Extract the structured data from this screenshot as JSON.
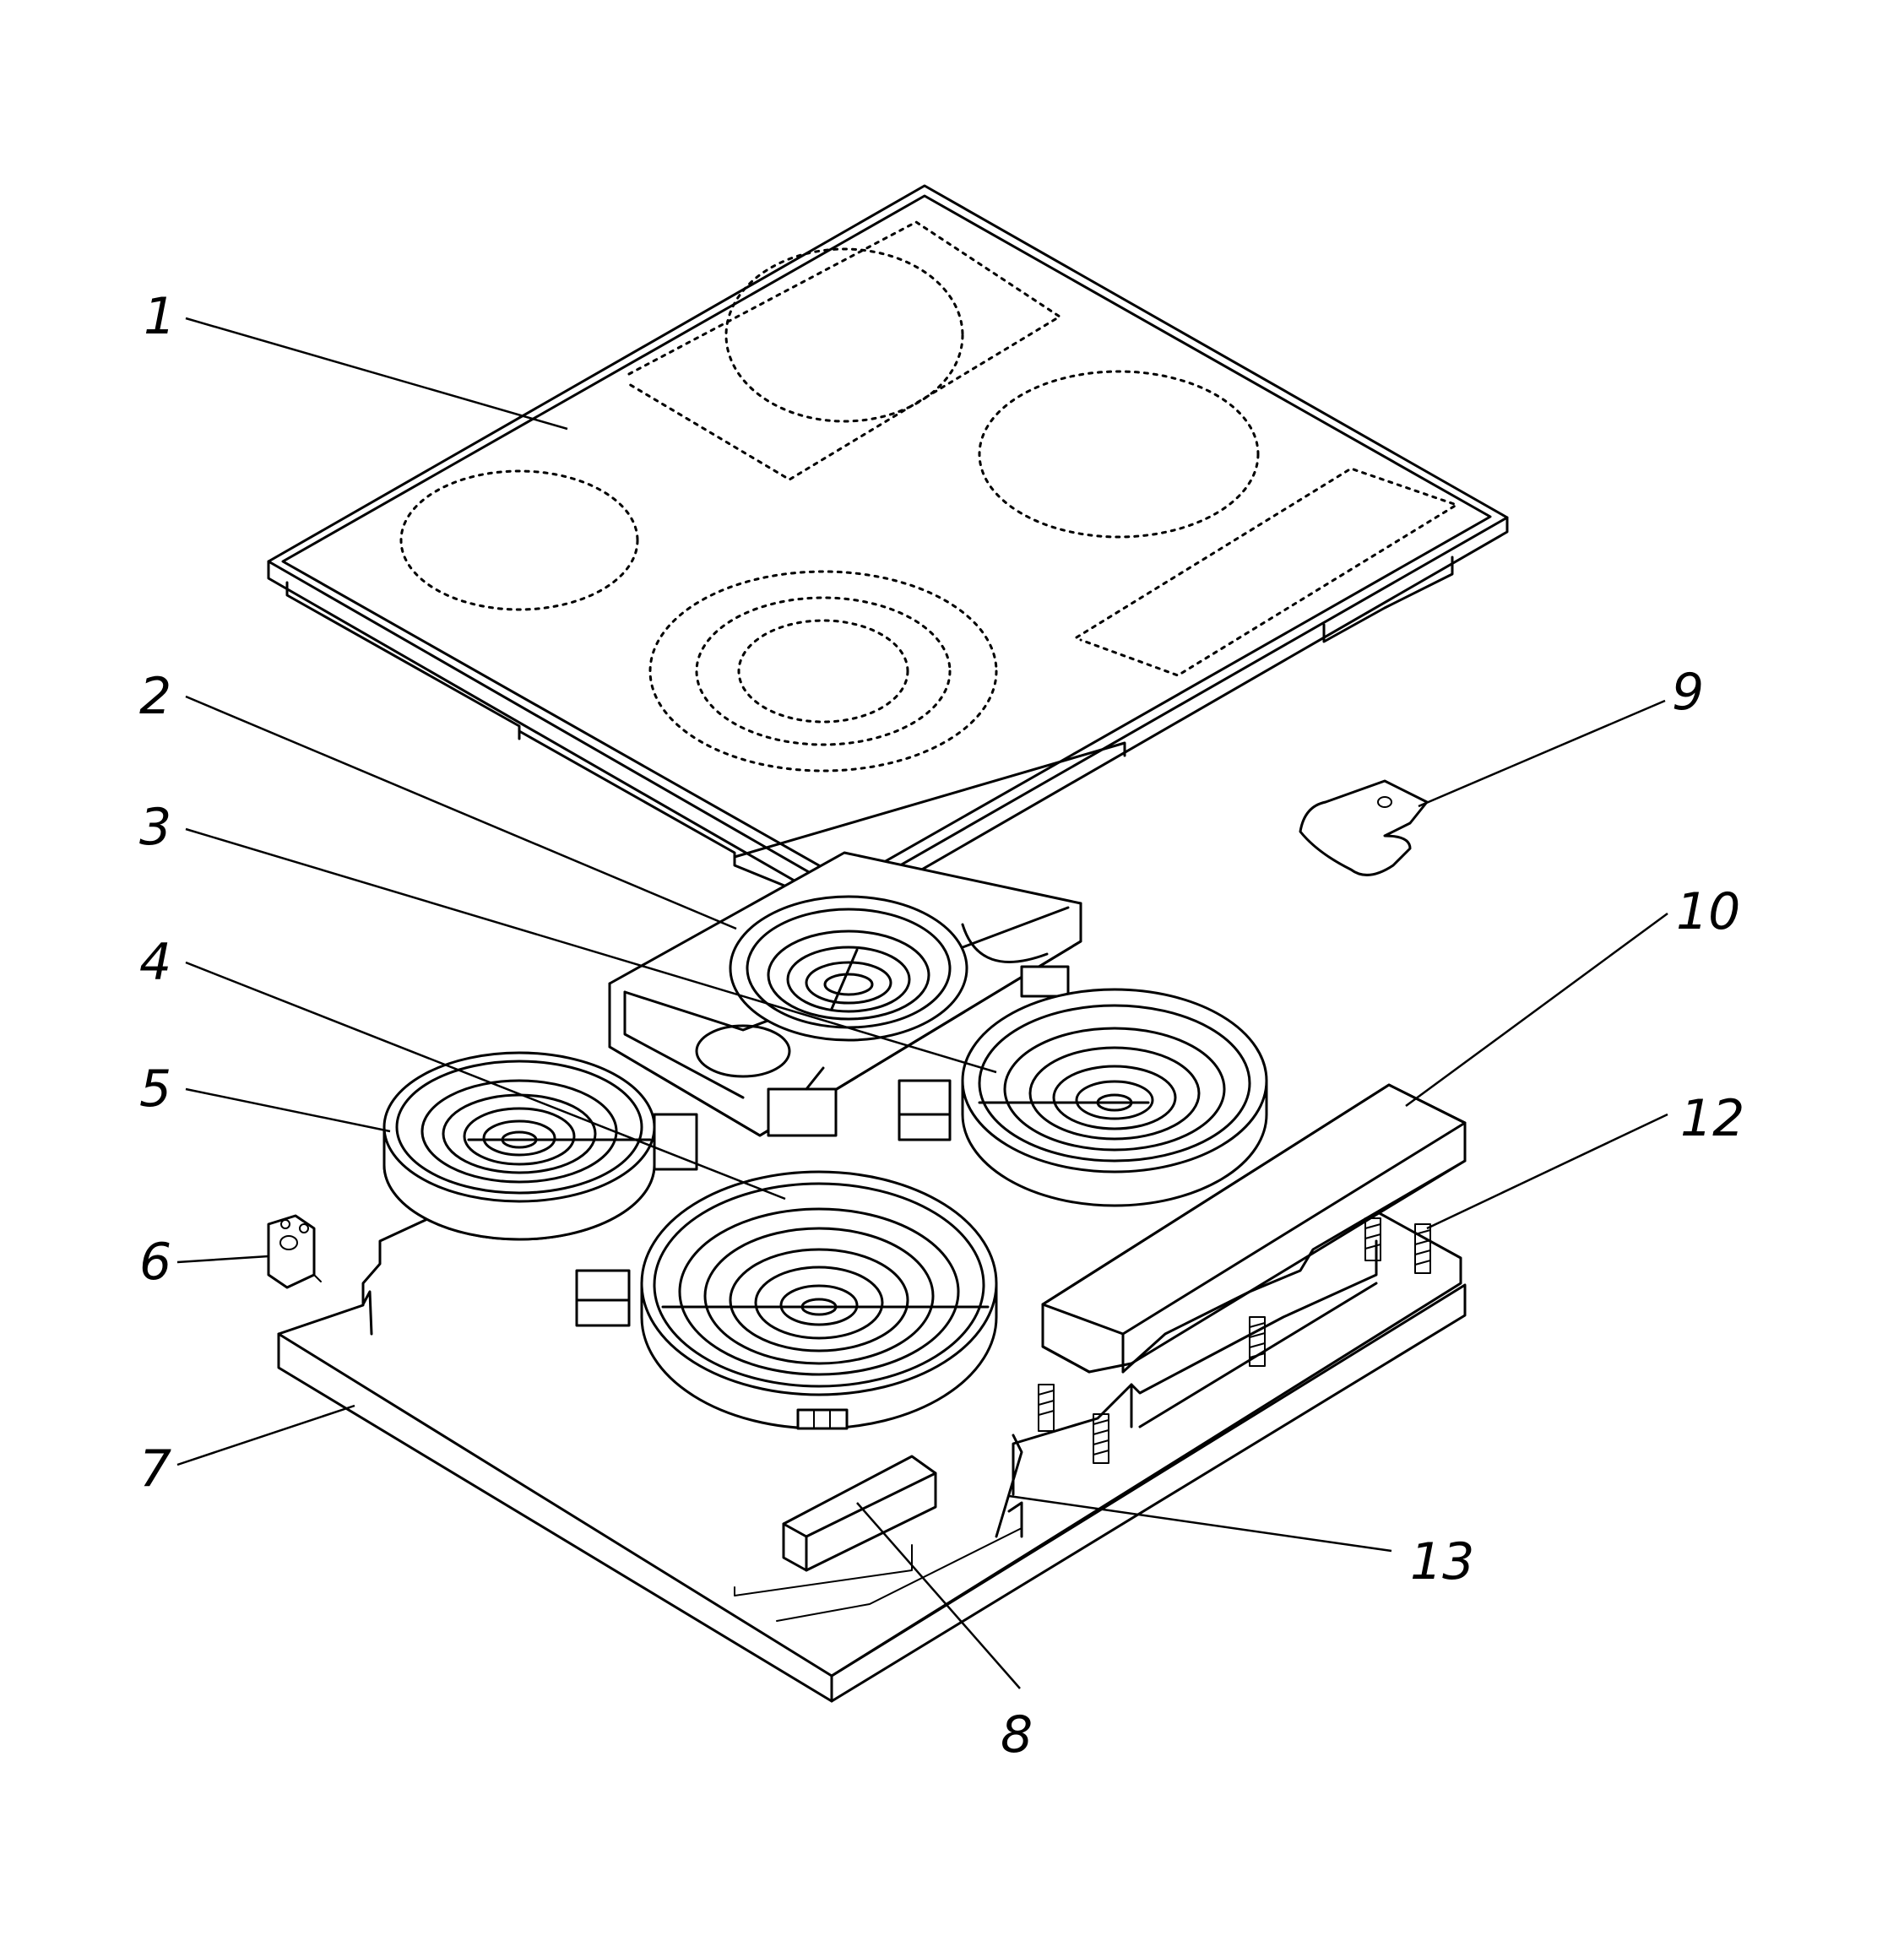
{
  "figure": {
    "labels": {
      "l1": "1",
      "l2": "2",
      "l3": "3",
      "l4": "4",
      "l5": "5",
      "l6": "6",
      "l7": "7",
      "l8": "8",
      "l9": "9",
      "l10": "10",
      "l12": "12",
      "l13": "13"
    }
  }
}
